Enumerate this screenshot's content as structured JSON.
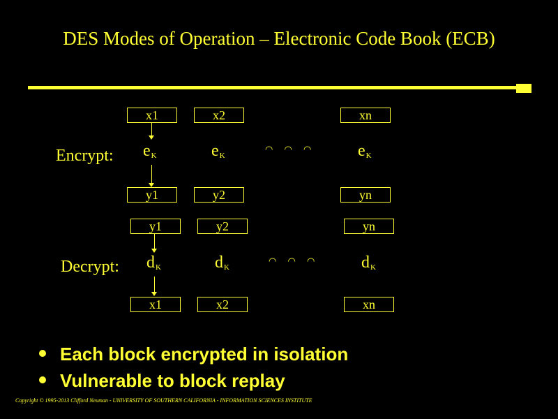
{
  "slide": {
    "title": "DES Modes of Operation – Electronic Code Book (ECB)",
    "encrypt": {
      "label": "Encrypt:",
      "inputs": [
        "x1",
        "x2",
        "xn"
      ],
      "function_symbol": "e",
      "function_subscript": "K",
      "ellipsis": "◠ ◠ ◠",
      "outputs": [
        "y1",
        "y2",
        "yn"
      ]
    },
    "decrypt": {
      "label": "Decrypt:",
      "inputs": [
        "y1",
        "y2",
        "yn"
      ],
      "function_symbol": "d",
      "function_subscript": "K",
      "ellipsis": "◠ ◠ ◠",
      "outputs": [
        "x1",
        "x2",
        "xn"
      ]
    },
    "bullets": [
      "Each block encrypted in isolation",
      "Vulnerable to block replay"
    ],
    "footer": "Copyright © 1995-2013 Clifford Neuman - UNIVERSITY OF SOUTHERN CALIFORNIA - INFORMATION SCIENCES INSTITUTE",
    "colors": {
      "background": "#000000",
      "accent": "#ffff33"
    }
  }
}
